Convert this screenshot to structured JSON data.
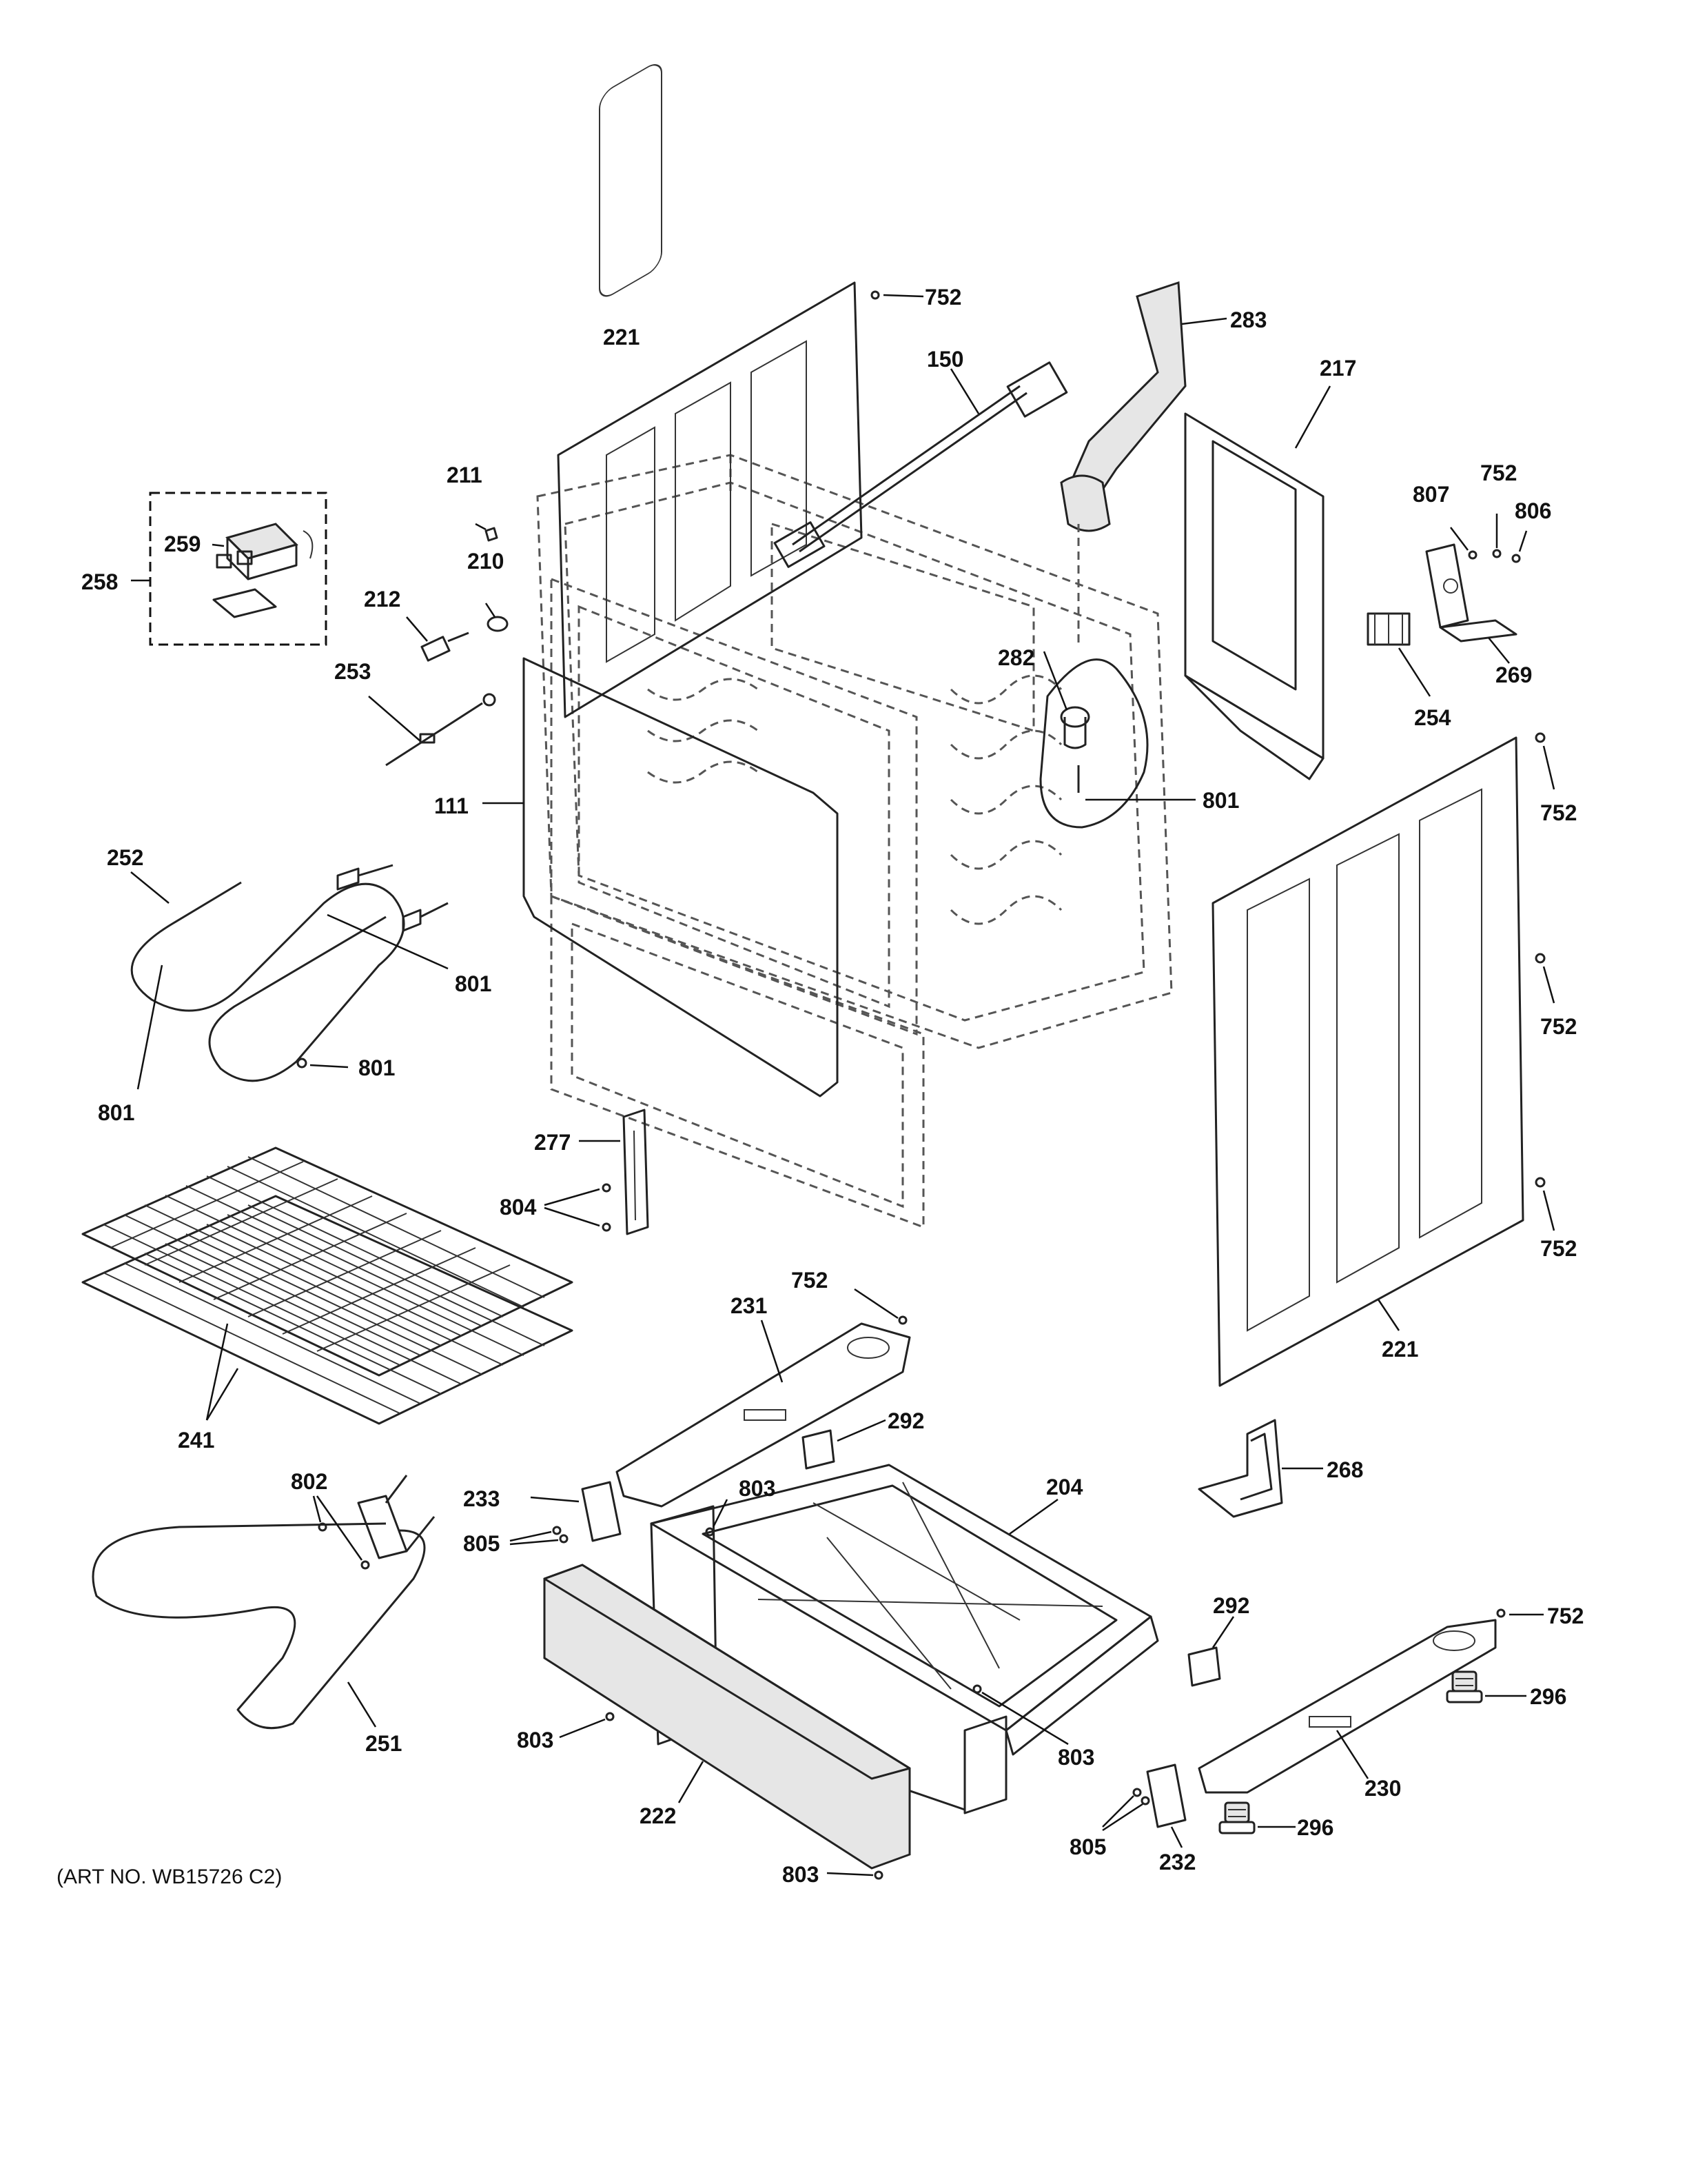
{
  "art_number": "(ART NO. WB15726 C2)",
  "callouts": {
    "p752_top": "752",
    "p221_top": "221",
    "p150": "150",
    "p283": "283",
    "p217": "217",
    "p211": "211",
    "p259": "259",
    "p258": "258",
    "p210": "210",
    "p212": "212",
    "p807": "807",
    "p752_r1": "752",
    "p806": "806",
    "p269": "269",
    "p254": "254",
    "p282": "282",
    "p253": "253",
    "p111": "111",
    "p801_a": "801",
    "p752_r2": "752",
    "p252": "252",
    "p801_b": "801",
    "p801_c": "801",
    "p801_d": "801",
    "p752_r3": "752",
    "p277": "277",
    "p804": "804",
    "p752_r4": "752",
    "p221_right": "221",
    "p752_mid": "752",
    "p231": "231",
    "p241": "241",
    "p292_a": "292",
    "p268": "268",
    "p802": "802",
    "p233": "233",
    "p803_a": "803",
    "p204": "204",
    "p805_a": "805",
    "p292_b": "292",
    "p752_r5": "752",
    "p296_a": "296",
    "p803_b": "803",
    "p803_c": "803",
    "p251": "251",
    "p222": "222",
    "p230": "230",
    "p805_b": "805",
    "p296_b": "296",
    "p232": "232",
    "p803_d": "803"
  }
}
